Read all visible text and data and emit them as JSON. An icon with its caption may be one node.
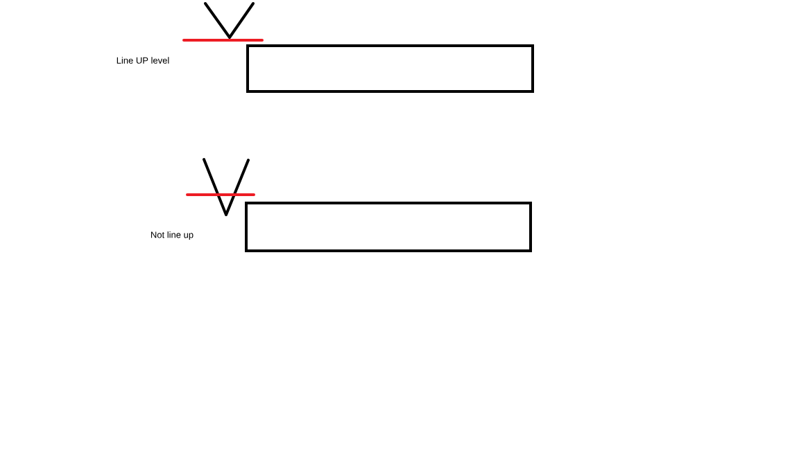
{
  "diagram": {
    "nodes": [
      {
        "text": [],
        "shape": "box"
      },
      {
        "text": [],
        "shape": "box"
      }
    ],
    "labels": [
      "Line UP level",
      "Not line up"
    ]
  }
}
